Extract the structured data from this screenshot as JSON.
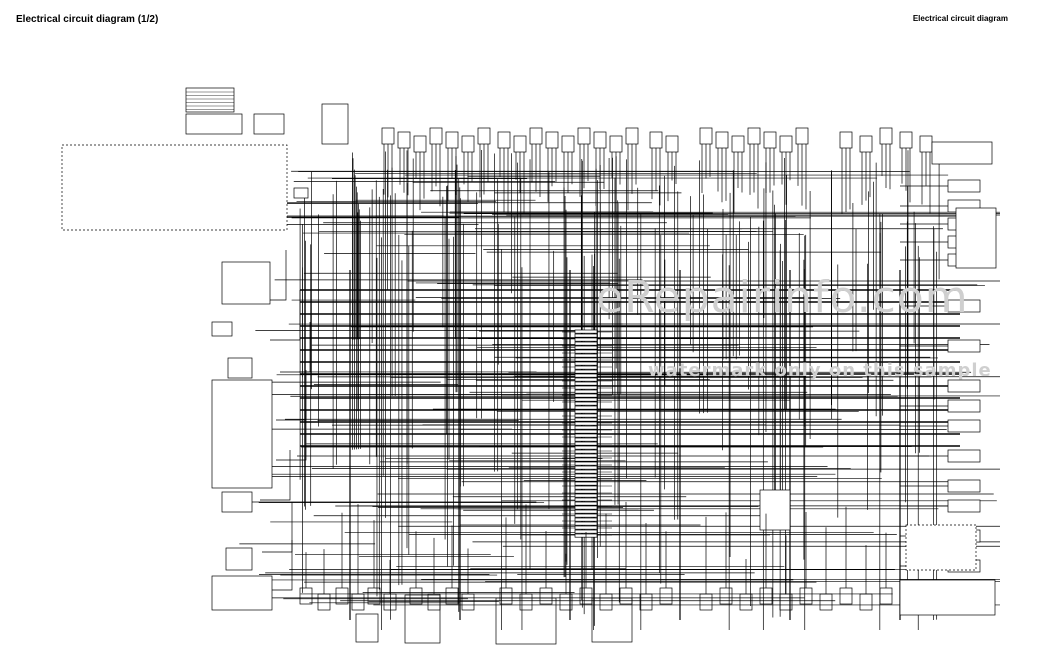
{
  "header": {
    "left_title": "Electrical circuit diagram (1/2)",
    "right_title": "Electrical circuit diagram"
  },
  "watermark": {
    "line1": "eRepairinfo.com",
    "line2": "watermark only on this sample"
  },
  "colors": {
    "ink": "#000000",
    "paper": "#ffffff",
    "watermark": "#cfcfcf"
  }
}
